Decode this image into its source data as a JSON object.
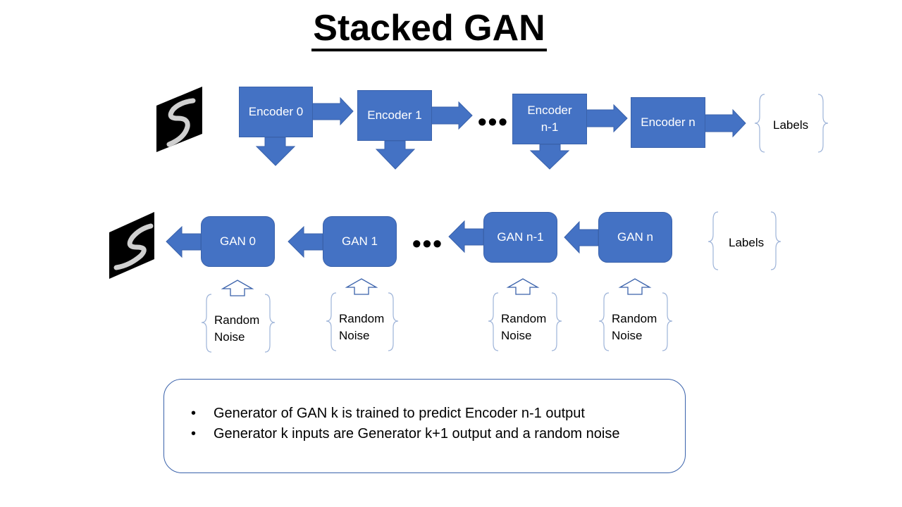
{
  "title": "Stacked GAN",
  "encoders": [
    "Encoder 0",
    "Encoder 1",
    "Encoder\nn-1",
    "Encoder n"
  ],
  "gans": [
    "GAN 0",
    "GAN 1",
    "GAN n-1",
    "GAN n"
  ],
  "labels": [
    "Labels",
    "Labels"
  ],
  "noise": [
    "Random\nNoise",
    "Random\nNoise",
    "Random\nNoise",
    "Random\nNoise"
  ],
  "ellipsis": [
    "•••",
    "•••"
  ],
  "notes": [
    "Generator of GAN k is trained to predict Encoder n-1 output",
    "Generator k inputs are Generator k+1 output and a random noise"
  ],
  "colors": {
    "box": "#4472C4",
    "box_border": "#3A62AB",
    "text_on_box": "#ffffff"
  },
  "icons": [
    "digit-image-icon",
    "brace-icon",
    "arrow-icon",
    "hollow-up-arrow-icon"
  ]
}
